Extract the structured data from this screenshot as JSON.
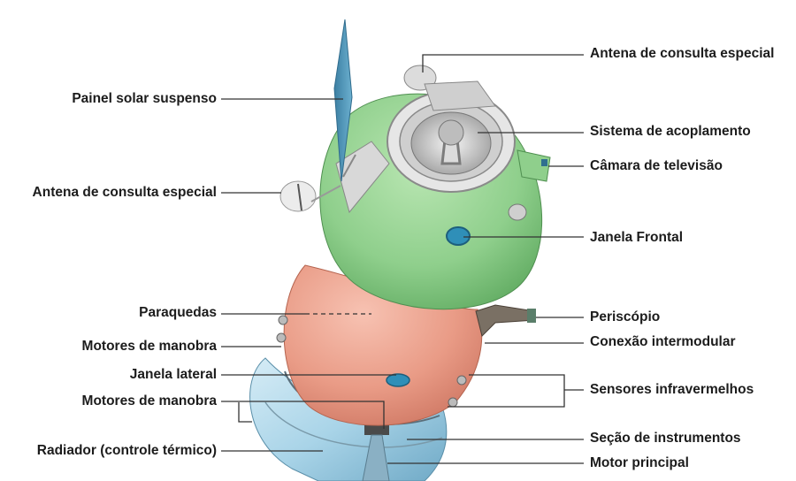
{
  "labels": {
    "left": {
      "painel_solar": "Painel solar suspenso",
      "antena_esquerda": "Antena de consulta especial",
      "paraquedas": "Paraquedas",
      "motores_manobra_1": "Motores de manobra",
      "janela_lateral": "Janela lateral",
      "motores_manobra_2": "Motores de manobra",
      "radiador": "Radiador (controle térmico)"
    },
    "right": {
      "antena_direita": "Antena de consulta especial",
      "sistema_acoplamento": "Sistema de acoplamento",
      "camara_televisao": "Câmara de televisão",
      "janela_frontal": "Janela Frontal",
      "periscopio": "Periscópio",
      "conexao_intermodular": "Conexão intermodular",
      "sensores_infravermelhos": "Sensores infravermelhos",
      "secao_instrumentos": "Seção de instrumentos",
      "motor_principal": "Motor principal"
    }
  },
  "colors": {
    "orbital_module": "#8fcf8c",
    "descent_module": "#e99b86",
    "instrument_section": "#a9d4e8",
    "solar_panel": "#4f93b4",
    "leader_line": "#333333"
  }
}
